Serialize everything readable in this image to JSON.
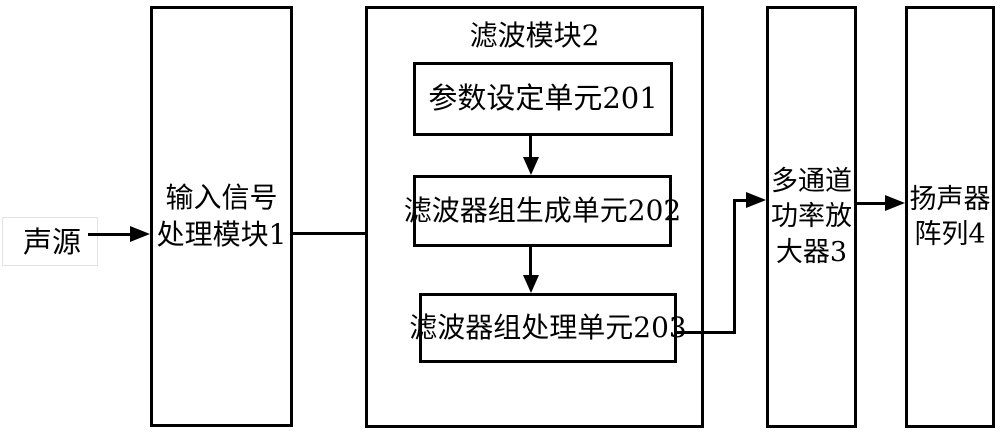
{
  "diagram": {
    "type": "block-diagram",
    "background_color": "#ffffff",
    "line_color": "#000000",
    "source": {
      "label": "声源"
    },
    "module1": {
      "full_label": "输入信号处理模块1",
      "lines": [
        "输入信号",
        "处理模块1"
      ]
    },
    "module2": {
      "title": "滤波模块2",
      "units": [
        "参数设定单元201",
        "滤波器组生成单元202",
        "滤波器组处理单元203"
      ]
    },
    "module3": {
      "full_label": "多通道功率放大器3",
      "lines": [
        "多通道",
        "功率放",
        "大器3"
      ]
    },
    "module4": {
      "full_label": "扬声器阵列4",
      "lines": [
        "扬声器",
        "阵列4"
      ]
    }
  }
}
